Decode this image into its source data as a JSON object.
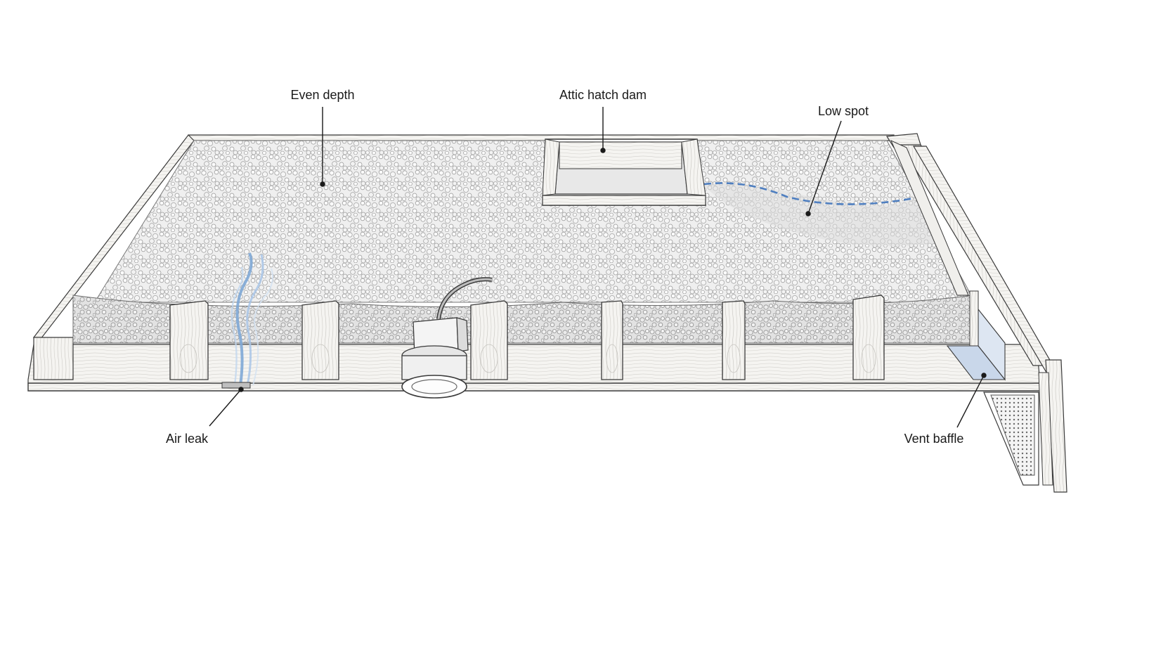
{
  "labels": {
    "even_depth": "Even depth",
    "attic_hatch_dam": "Attic hatch dam",
    "low_spot": "Low spot",
    "air_leak": "Air leak",
    "vent_baffle": "Vent baffle"
  },
  "colors": {
    "insulation": "#ececec",
    "insulation_shade": "#b9b9b9",
    "wood": "#f4f3f0",
    "wood_line": "#3a3a3a",
    "air_flow": "#7fa8d6",
    "low_spot_line": "#4f7fc0",
    "baffle": "#c9d7ea",
    "callout_line": "#1a1a1a"
  }
}
